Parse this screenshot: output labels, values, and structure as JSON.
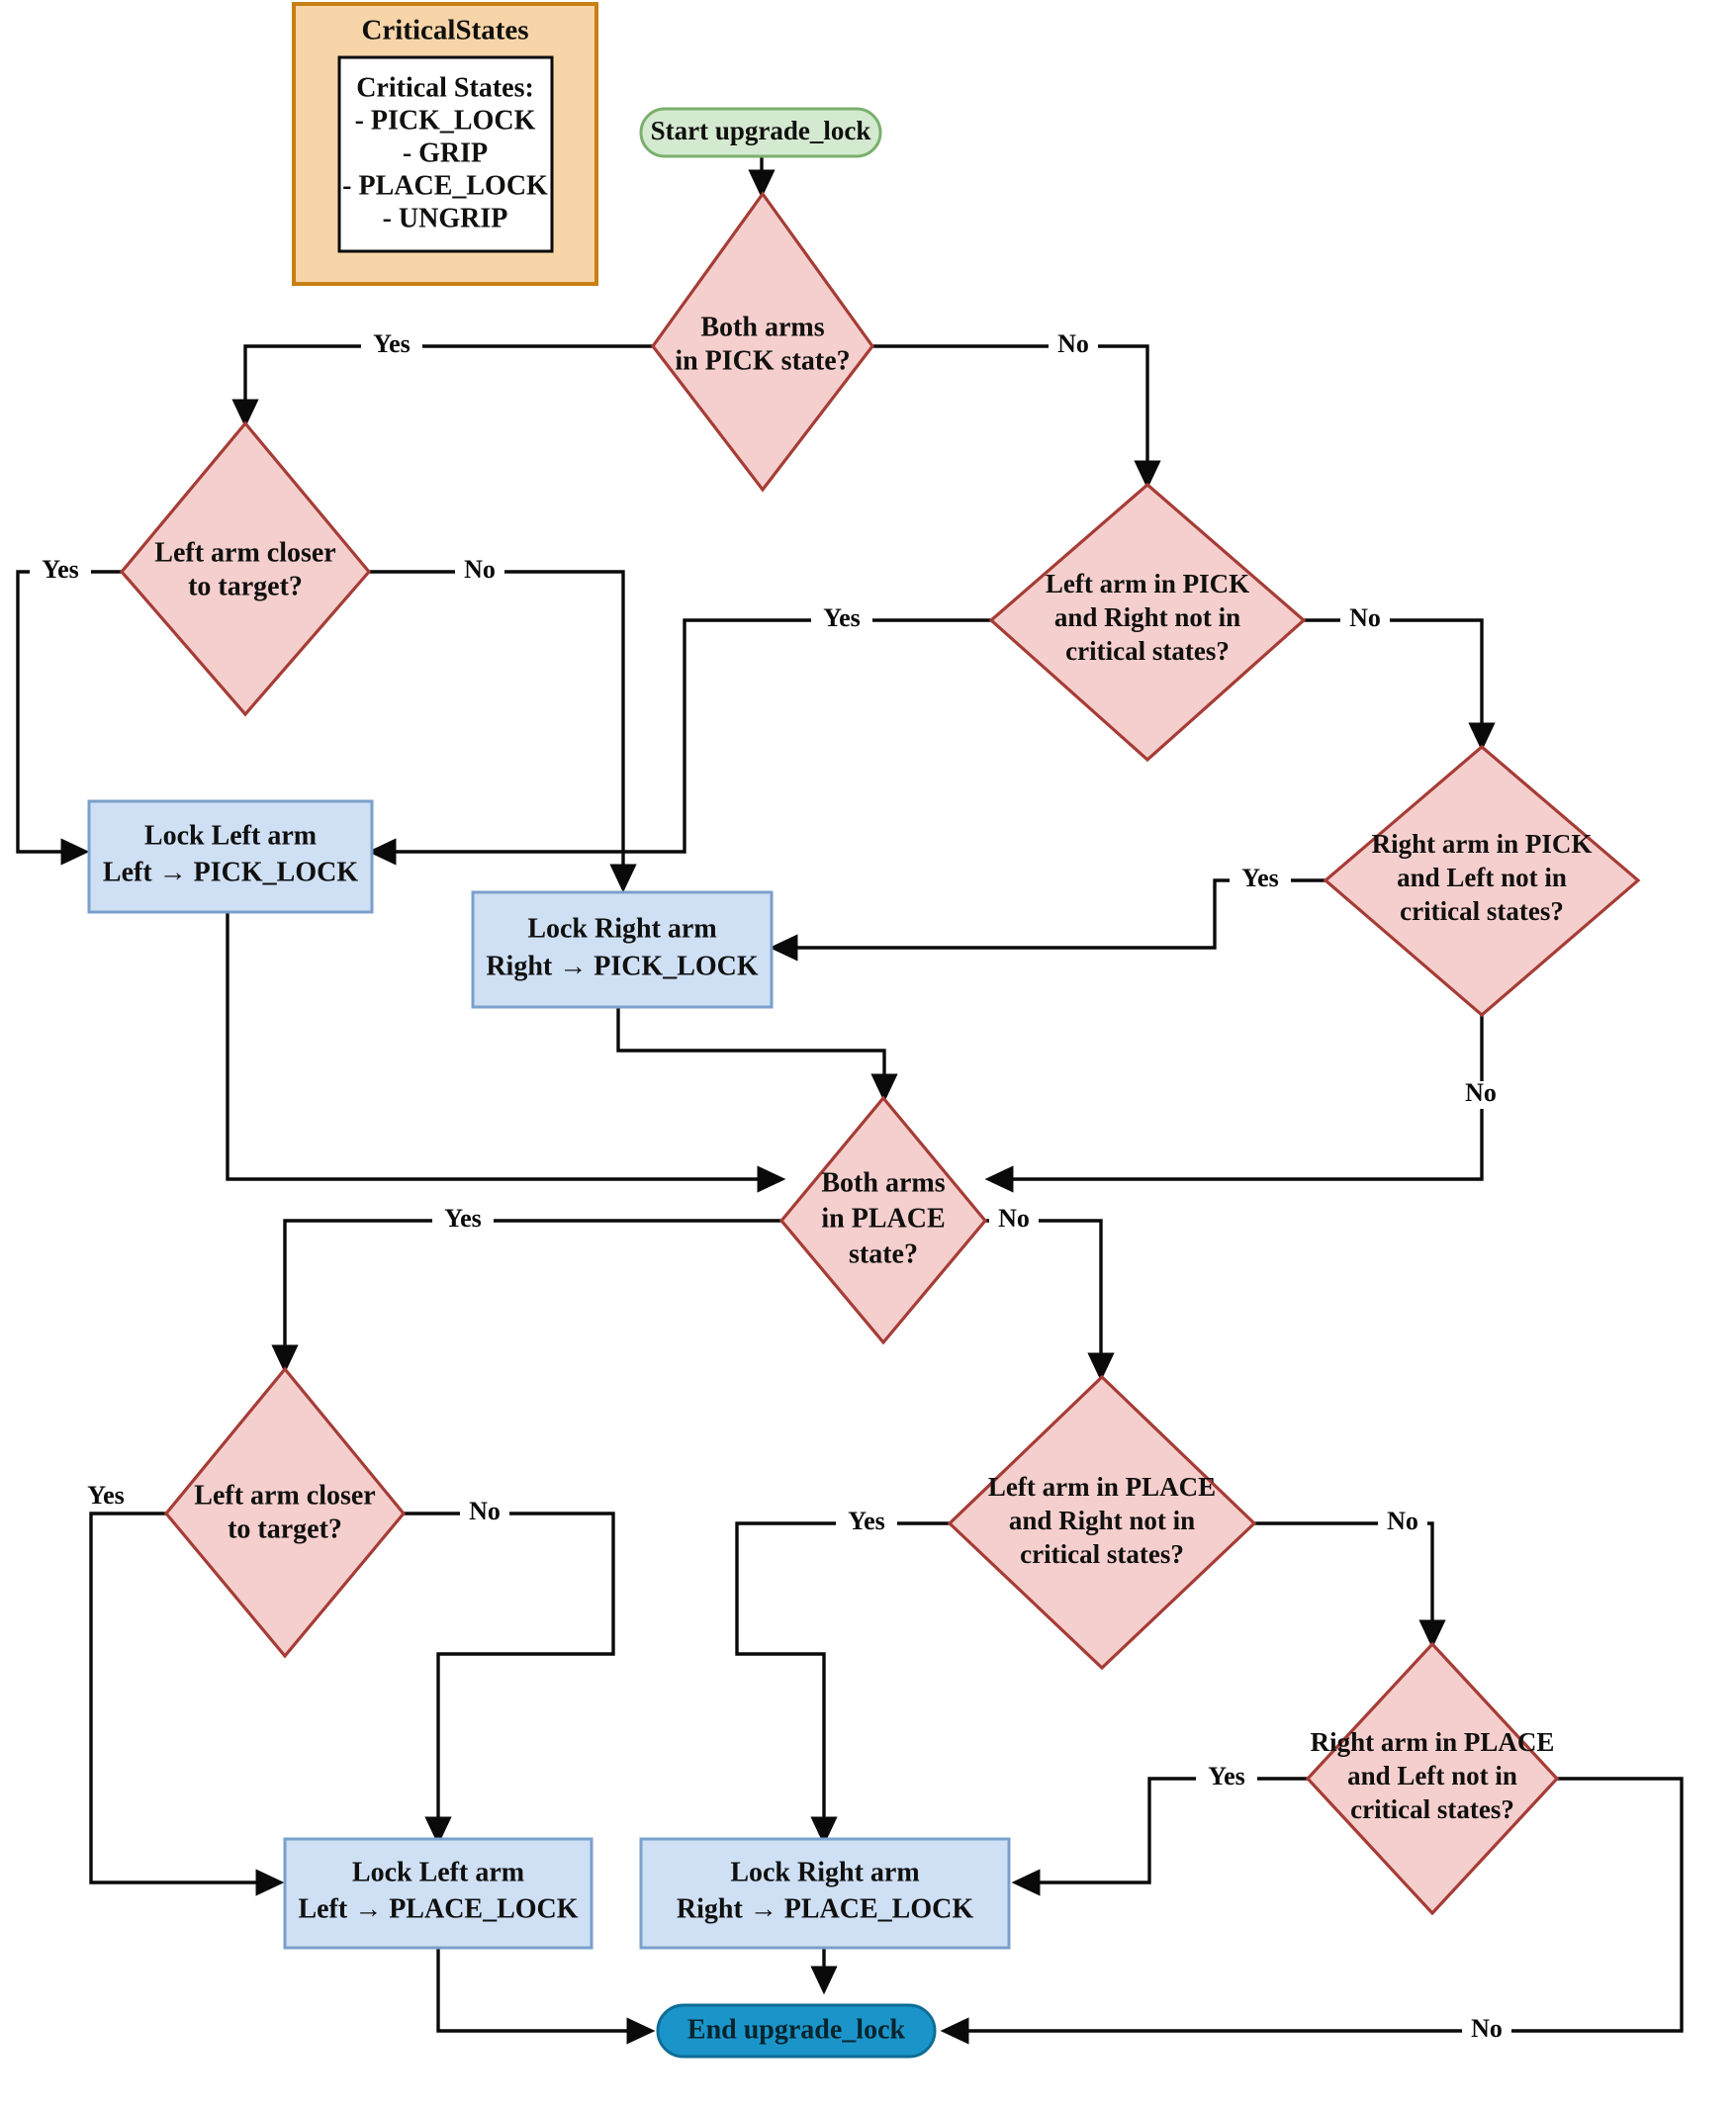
{
  "diagram": {
    "title": "upgrade_lock flowchart",
    "colors": {
      "decision_fill": "#f5cfcd",
      "decision_stroke": "#a63c36",
      "process_fill": "#cfe0f5",
      "process_stroke": "#7aa0cc",
      "start_fill": "#d4ead0",
      "start_stroke": "#7aaf6e",
      "end_fill": "#1b95c9",
      "end_stroke": "#0d6d96",
      "cluster_fill": "#f8d5a8",
      "cluster_stroke": "#c87f13",
      "edge": "#0a0a0a",
      "background": "#ffffff"
    },
    "cluster": {
      "title": "CriticalStates",
      "note_lines": [
        "Critical States:",
        "- PICK_LOCK",
        "- GRIP",
        "- PLACE_LOCK",
        "- UNGRIP"
      ]
    },
    "nodes": {
      "start": {
        "label": "Start upgrade_lock",
        "shape": "stadium"
      },
      "both_pick": {
        "line1": "Both arms",
        "line2": "in PICK state?",
        "shape": "diamond"
      },
      "left_closer_pick": {
        "line1": "Left arm closer",
        "line2": "to target?",
        "shape": "diamond"
      },
      "left_pick_cond": {
        "line1": "Left arm in PICK",
        "line2": "and Right not in",
        "line3": "critical states?",
        "shape": "diamond"
      },
      "right_pick_cond": {
        "line1": "Right arm in PICK",
        "line2": "and Left not in",
        "line3": "critical states?",
        "shape": "diamond"
      },
      "lock_left_pick": {
        "line1": "Lock Left arm",
        "line2": "Left → PICK_LOCK",
        "shape": "rect"
      },
      "lock_right_pick": {
        "line1": "Lock Right arm",
        "line2": "Right → PICK_LOCK",
        "shape": "rect"
      },
      "both_place": {
        "line1": "Both arms",
        "line2": "in PLACE",
        "line3": "state?",
        "shape": "diamond"
      },
      "left_closer_place": {
        "line1": "Left arm closer",
        "line2": "to target?",
        "shape": "diamond"
      },
      "left_place_cond": {
        "line1": "Left arm in PLACE",
        "line2": "and Right not in",
        "line3": "critical states?",
        "shape": "diamond"
      },
      "right_place_cond": {
        "line1": "Right arm in PLACE",
        "line2": "and Left not in",
        "line3": "critical states?",
        "shape": "diamond"
      },
      "lock_left_place": {
        "line1": "Lock Left arm",
        "line2": "Left → PLACE_LOCK",
        "shape": "rect"
      },
      "lock_right_place": {
        "line1": "Lock Right arm",
        "line2": "Right → PLACE_LOCK",
        "shape": "rect"
      },
      "end": {
        "label": "End upgrade_lock",
        "shape": "stadium"
      }
    },
    "edge_labels": {
      "both_pick_yes": "Yes",
      "both_pick_no": "No",
      "left_closer_pick_yes": "Yes",
      "left_closer_pick_no": "No",
      "left_pick_cond_yes": "Yes",
      "left_pick_cond_no": "No",
      "right_pick_cond_yes": "Yes",
      "right_pick_cond_no": "No",
      "both_place_yes": "Yes",
      "both_place_no": "No",
      "left_closer_place_yes": "Yes",
      "left_closer_place_no": "No",
      "left_place_cond_yes": "Yes",
      "left_place_cond_no": "No",
      "right_place_cond_yes": "Yes",
      "right_place_cond_no": "No"
    }
  }
}
